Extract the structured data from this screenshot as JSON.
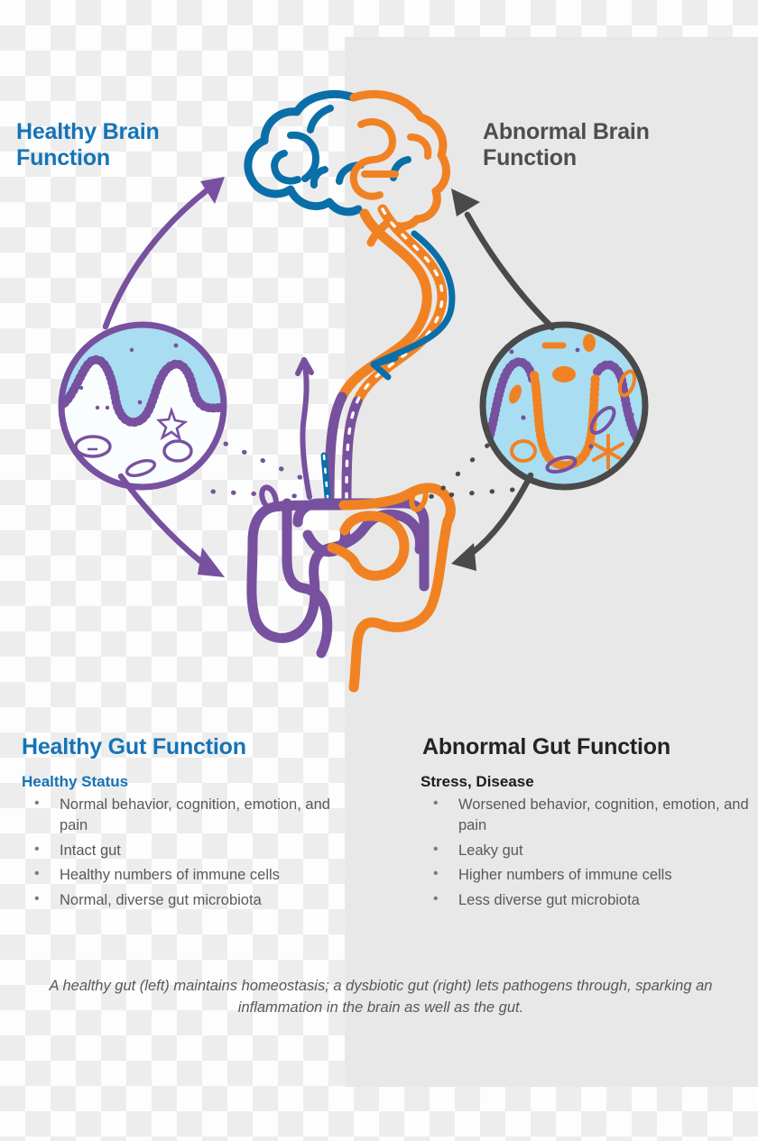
{
  "titles": {
    "healthy_brain": "Healthy Brain\nFunction",
    "abnormal_brain": "Abnormal Brain\nFunction"
  },
  "healthy_gut": {
    "heading": "Healthy Gut Function",
    "subheading": "Healthy Status",
    "bullet_char": "•",
    "bullets": [
      "Normal behavior, cognition, emotion, and pain",
      "Intact gut",
      "Healthy numbers of immune cells",
      "Normal, diverse gut microbiota"
    ]
  },
  "abnormal_gut": {
    "heading": "Abnormal Gut  Function",
    "subheading": "Stress, Disease",
    "bullet_char": "•",
    "bullets": [
      "Worsened behavior, cognition, emotion, and pain",
      "Leaky gut",
      "Higher numbers of immune cells",
      "Less diverse gut microbiota"
    ]
  },
  "caption": "A healthy gut (left) maintains homeostasis; a dysbiotic gut (right) lets pathogens through, sparking an inflammation in the brain as well as the gut.",
  "colors": {
    "blue": "#0a6fa8",
    "title_blue": "#1573b8",
    "orange": "#f18223",
    "purple": "#77519f",
    "dark_gray": "#4a4a4a",
    "cell_fill": "#a9ddf2",
    "panel_gray": "#e8e8e8",
    "body_text": "#59595b"
  },
  "figure": {
    "brain_label": "brain-illustration",
    "intestine_label": "intestine-illustration",
    "left_cell_label": "healthy-gut-lining-circle",
    "right_cell_label": "dysbiotic-gut-lining-circle",
    "nerve_label": "vagus-nerve-pathway"
  }
}
